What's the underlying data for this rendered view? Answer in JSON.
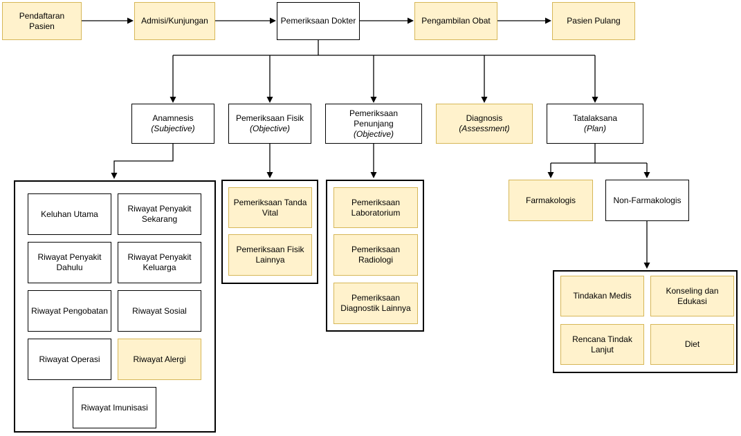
{
  "colors": {
    "highlight_fill": "#FFF2CC",
    "highlight_border": "#D6B656",
    "plain_fill": "#FFFFFF",
    "plain_border": "#000000",
    "edge": "#000000",
    "text": "#000000"
  },
  "flow": {
    "top": [
      {
        "label": "Pendaftaran Pasien"
      },
      {
        "label": "Admisi/Kunjungan"
      },
      {
        "label": "Pemeriksaan Dokter"
      },
      {
        "label": "Pengambilan Obat"
      },
      {
        "label": "Pasien Pulang"
      }
    ],
    "soap": [
      {
        "title": "Anamnesis",
        "subtitle": "(Subjective)"
      },
      {
        "title": "Pemeriksaan Fisik",
        "subtitle": "(Objective)"
      },
      {
        "title": "Pemeriksaan Penunjang",
        "subtitle": "(Objective)"
      },
      {
        "title": "Diagnosis",
        "subtitle": "(Assessment)"
      },
      {
        "title": "Tatalaksana",
        "subtitle": "(Plan)"
      }
    ],
    "anamnesis_items": [
      "Keluhan Utama",
      "Riwayat Penyakit Sekarang",
      "Riwayat Penyakit Dahulu",
      "Riwayat Penyakit Keluarga",
      "Riwayat Pengobatan",
      "Riwayat Sosial",
      "Riwayat Operasi",
      "Riwayat Alergi",
      "Riwayat Imunisasi"
    ],
    "fisik_items": [
      "Pemeriksaan Tanda Vital",
      "Pemeriksaan Fisik Lainnya"
    ],
    "penunjang_items": [
      "Pemeriksaan Laboratorium",
      "Pemeriksaan Radiologi",
      "Pemeriksaan Diagnostik Lainnya"
    ],
    "tatalaksana_children": [
      {
        "label": "Farmakologis"
      },
      {
        "label": "Non-Farmakologis"
      }
    ],
    "non_farmakologis_items": [
      "Tindakan Medis",
      "Konseling dan Edukasi",
      "Rencana Tindak Lanjut",
      "Diet"
    ]
  }
}
